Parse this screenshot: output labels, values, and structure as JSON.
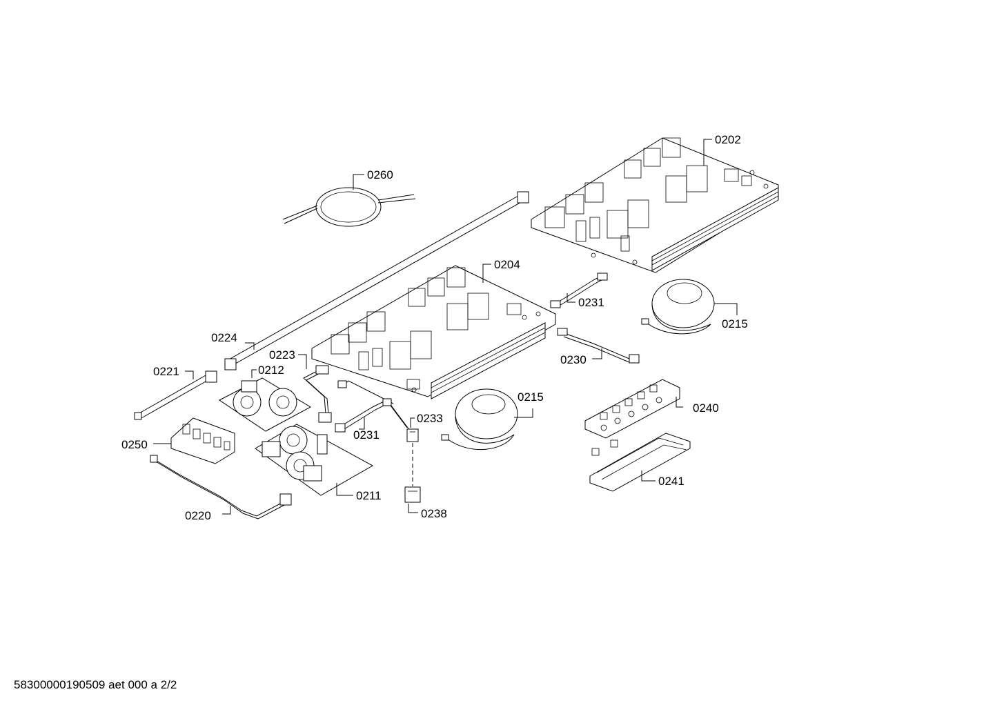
{
  "diagram": {
    "labels": {
      "p0202": "0202",
      "p0260": "0260",
      "p0204": "0204",
      "p0231a": "0231",
      "p0215a": "0215",
      "p0224": "0224",
      "p0223": "0223",
      "p0230": "0230",
      "p0221": "0221",
      "p0212": "0212",
      "p0215b": "0215",
      "p0233": "0233",
      "p0240": "0240",
      "p0231b": "0231",
      "p0250": "0250",
      "p0241": "0241",
      "p0211": "0211",
      "p0238": "0238",
      "p0220": "0220"
    },
    "footer": "58300000190509 aet 000 a 2/2"
  }
}
